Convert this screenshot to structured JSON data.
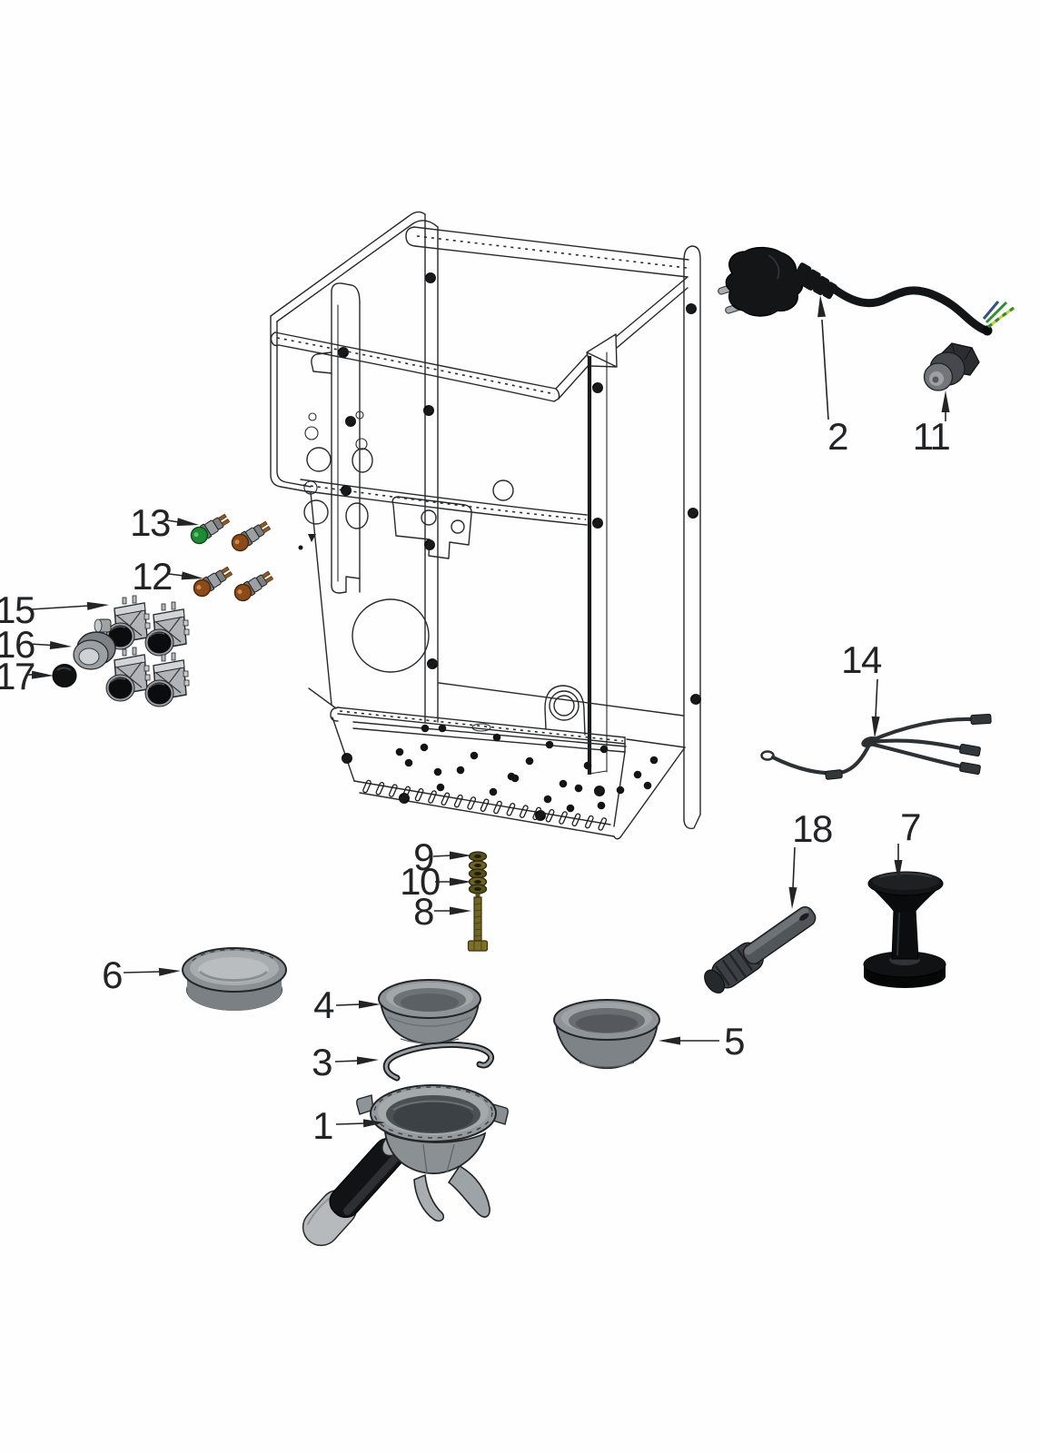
{
  "diagram": {
    "type": "exploded-parts-diagram",
    "subject": "espresso-machine-chassis-and-brew-components",
    "style": "isometric technical line drawing with shaded parts",
    "background": "#ffffff",
    "ink_color": "#27292b",
    "label_color": "#232426",
    "palette": {
      "part_gray": "#8f9498",
      "part_gray_light": "#b6babd",
      "part_gray_dark": "#55585c",
      "black_part": "#141517",
      "brass_olive": "#6f6524",
      "lamp_green": "#1f8a35",
      "lamp_amber": "#8a4a1a",
      "wire_green": "#2f8f2f",
      "wire_yellow": "#c8cf2e",
      "wire_blue": "#32527f"
    },
    "callouts": [
      {
        "num": "1",
        "part": "portafilter"
      },
      {
        "num": "2",
        "part": "power-cord"
      },
      {
        "num": "3",
        "part": "basket-spring-clip"
      },
      {
        "num": "4",
        "part": "filter-basket-single"
      },
      {
        "num": "5",
        "part": "filter-basket-double"
      },
      {
        "num": "6",
        "part": "group-ring"
      },
      {
        "num": "7",
        "part": "tamper"
      },
      {
        "num": "8",
        "part": "bolt"
      },
      {
        "num": "9",
        "part": "washer-stack"
      },
      {
        "num": "10",
        "part": "nut-stack"
      },
      {
        "num": "11",
        "part": "cable-gland"
      },
      {
        "num": "12",
        "part": "indicator-lamp-amber"
      },
      {
        "num": "13",
        "part": "indicator-lamp-green"
      },
      {
        "num": "14",
        "part": "wiring-harness"
      },
      {
        "num": "15",
        "part": "rocker-switch-set"
      },
      {
        "num": "16",
        "part": "switch-bezel-ring"
      },
      {
        "num": "17",
        "part": "switch-cap"
      },
      {
        "num": "18",
        "part": "crank-handle"
      }
    ]
  }
}
